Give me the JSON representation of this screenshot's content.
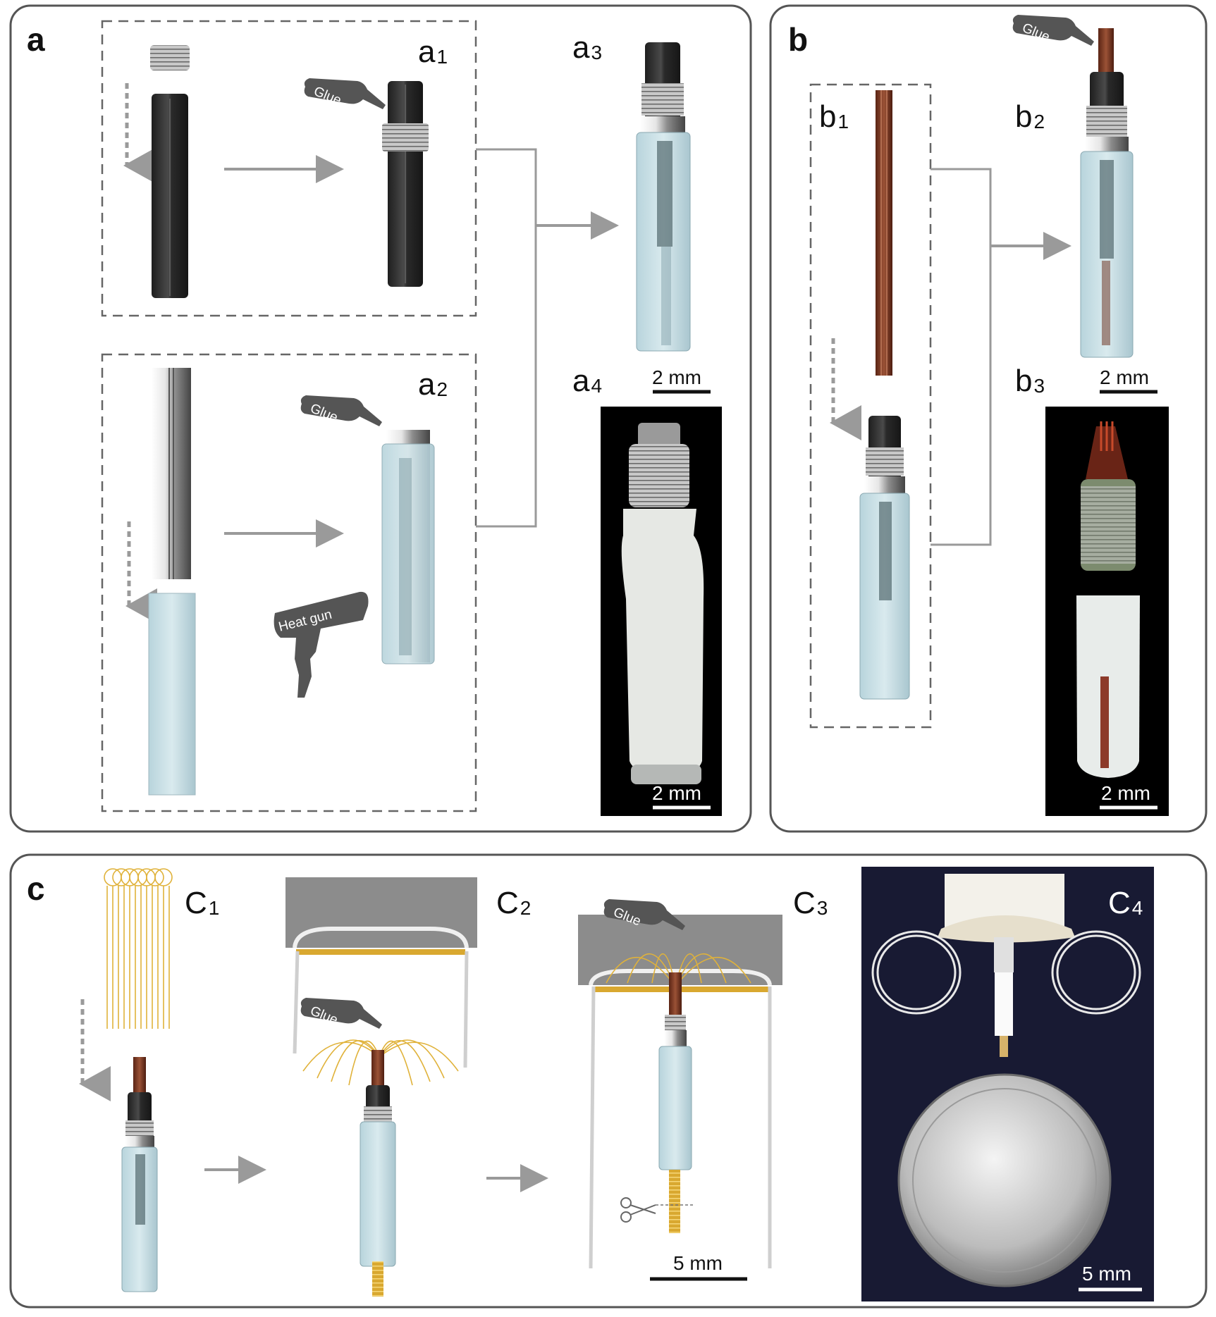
{
  "panels": {
    "a": {
      "letter": "a",
      "sub": [
        "a1",
        "a2",
        "a3",
        "a4"
      ]
    },
    "b": {
      "letter": "b",
      "sub": [
        "b1",
        "b2",
        "b3"
      ]
    },
    "c": {
      "letter": "c",
      "sub": [
        "C1",
        "C2",
        "C3",
        "C4"
      ]
    }
  },
  "labels": {
    "glue": "Glue",
    "heat_gun": "Heat gun",
    "scale_2mm": "2 mm",
    "scale_5mm": "5 mm"
  },
  "colors": {
    "panel_border": "#555555",
    "dashed_box": "#666666",
    "arrow": "#9a9a9a",
    "black_tube": "#2b2b2b",
    "glass_tube": "#c9e0e6",
    "silver": "#d7d7d7",
    "copper": "#7b3a22",
    "gold_wire": "#e0b23a",
    "tool": "#555555",
    "photo_bg": "#000000",
    "photo_bg_c4": "#181a33"
  }
}
